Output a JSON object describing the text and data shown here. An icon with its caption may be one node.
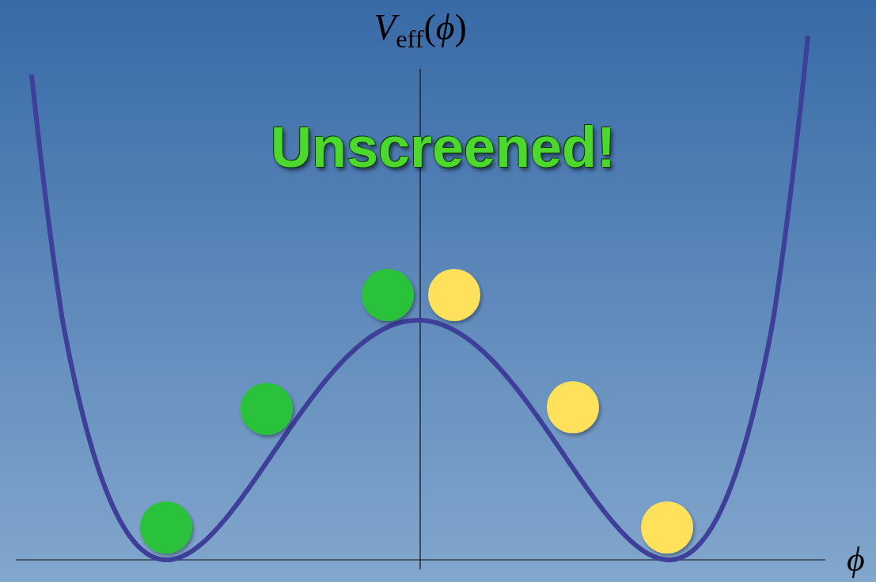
{
  "diagram": {
    "labels": [
      "*V*$_{eff}$(*ϕ*)",
      "Unscreened!",
      "*ϕ*"
    ]
  }
}
